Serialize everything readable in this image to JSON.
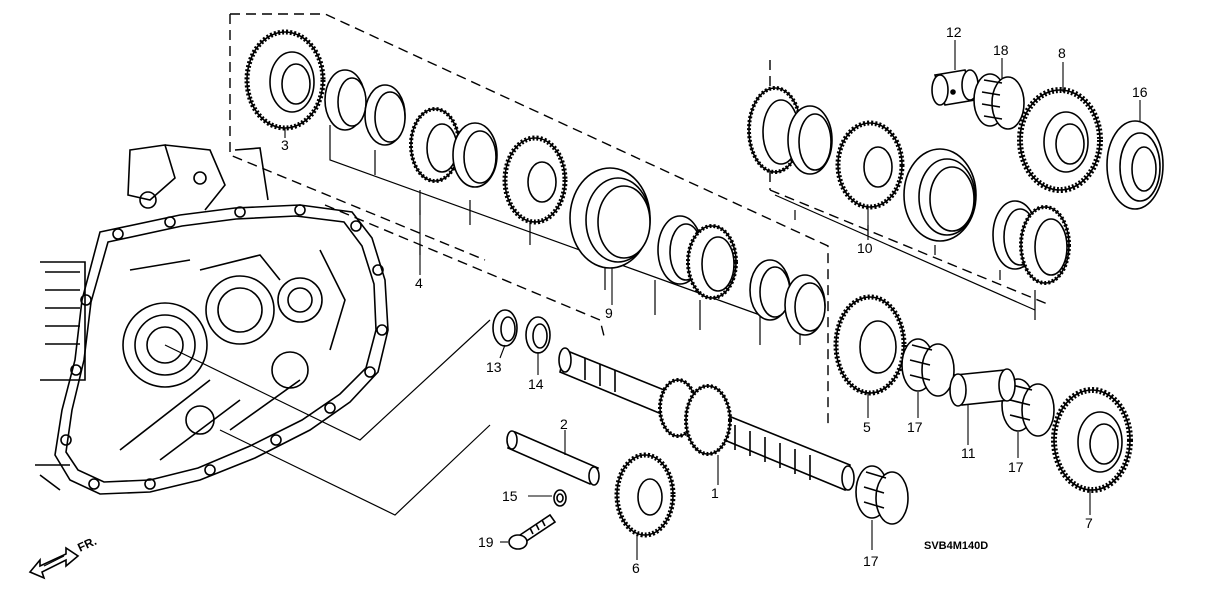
{
  "diagram": {
    "code": "SVB4M140D",
    "direction_label": "FR.",
    "callouts": {
      "c1": "1",
      "c2": "2",
      "c3": "3",
      "c4": "4",
      "c5": "5",
      "c6": "6",
      "c7": "7",
      "c8": "8",
      "c9": "9",
      "c10": "10",
      "c11": "11",
      "c12": "12",
      "c13": "13",
      "c14": "14",
      "c15": "15",
      "c16": "16",
      "c17a": "17",
      "c17b": "17",
      "c17c": "17",
      "c18": "18",
      "c19": "19"
    }
  }
}
